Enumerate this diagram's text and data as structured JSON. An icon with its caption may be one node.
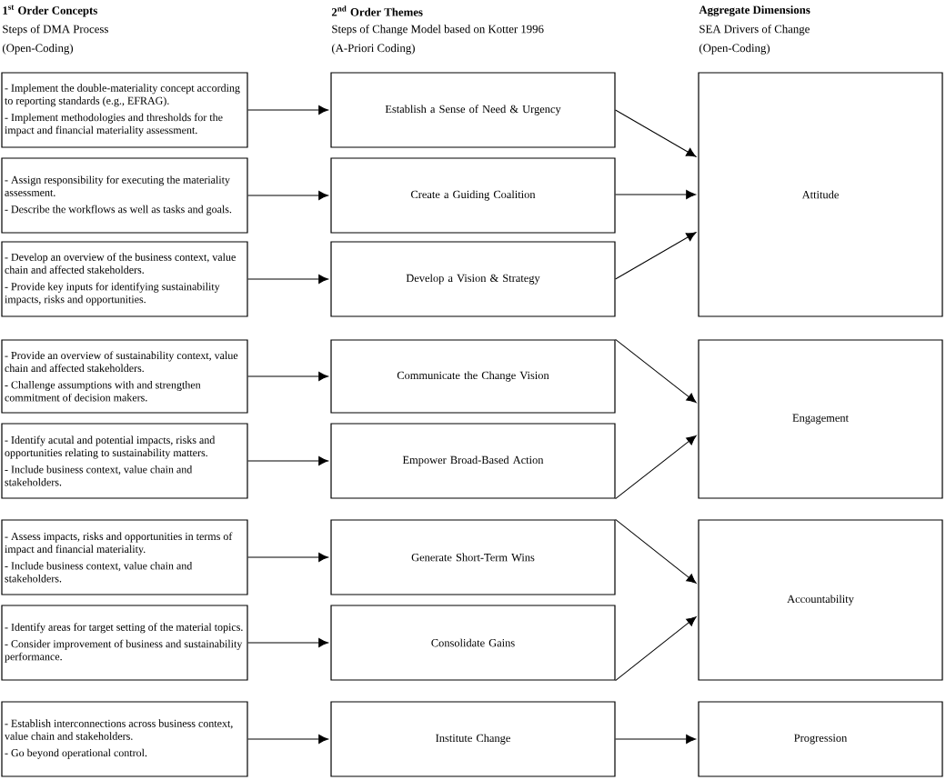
{
  "diagram": {
    "nodes": [
      {
        "text": [
          "- Implement the double-materiality concept according to reporting standards (e.g., EFRAG).",
          "- Implement methodologies and thresholds for the impact and financial materiality assessment."
        ]
      },
      {
        "text": [
          "- Assign responsibility for executing the materiality assessment.",
          "- Describe the workflows as well as tasks and goals."
        ]
      },
      {
        "text": [
          "- Develop an overview of the business context, value chain and affected stakeholders.",
          "- Provide key inputs for identifying sustainability impacts, risks and opportunities."
        ]
      },
      {
        "text": [
          "- Provide an overview of sustainability context, value chain and affected stakeholders.",
          "- Challenge assumptions with and strengthen commitment of decision makers."
        ]
      },
      {
        "text": [
          "- Identify acutal and potential impacts, risks and opportunities relating to sustainability matters.",
          "- Include business context, value chain and stakeholders."
        ]
      },
      {
        "text": [
          "- Assess impacts, risks and opportunities in terms of impact and financial materiality.",
          "- Include business context, value chain and stakeholders."
        ]
      },
      {
        "text": [
          "- Identify areas for target setting of the material topics.",
          "- Consider improvement of business and sustainability performance."
        ]
      },
      {
        "text": [
          "- Establish interconnections across business context, value chain and stakeholders.",
          "- Go beyond operational control."
        ]
      },
      {
        "text": [
          "Establish a Sense of Need & Urgency"
        ]
      },
      {
        "text": [
          "Create a Guiding Coalition"
        ]
      },
      {
        "text": [
          "Develop a Vision & Strategy"
        ]
      },
      {
        "text": [
          "Communicate the Change Vision"
        ]
      },
      {
        "text": [
          "Empower Broad-Based Action"
        ]
      },
      {
        "text": [
          "Generate Short-Term Wins"
        ]
      },
      {
        "text": [
          "Consolidate Gains"
        ]
      },
      {
        "text": [
          "Institute Change"
        ]
      },
      {
        "text": [
          "Attitude"
        ]
      },
      {
        "text": [
          "Engagement"
        ]
      },
      {
        "text": [
          "Accountability"
        ]
      },
      {
        "text": [
          "Progression"
        ]
      }
    ],
    "edges": [
      {
        "from": 0,
        "to": 8,
        "arrow": "to"
      },
      {
        "from": 1,
        "to": 9,
        "arrow": "to"
      },
      {
        "from": 2,
        "to": 10,
        "arrow": "to"
      },
      {
        "from": 3,
        "to": 11,
        "arrow": "to"
      },
      {
        "from": 4,
        "to": 12,
        "arrow": "to"
      },
      {
        "from": 5,
        "to": 13,
        "arrow": "to"
      },
      {
        "from": 6,
        "to": 14,
        "arrow": "to"
      },
      {
        "from": 7,
        "to": 15,
        "arrow": "to"
      },
      {
        "from": 8,
        "to": 16,
        "arrow": "to"
      },
      {
        "from": 9,
        "to": 16,
        "arrow": "to"
      },
      {
        "from": 10,
        "to": 16,
        "arrow": "to"
      },
      {
        "from": 11,
        "to": 17,
        "arrow": "to"
      },
      {
        "from": 12,
        "to": 17,
        "arrow": "to"
      },
      {
        "from": 13,
        "to": 18,
        "arrow": "to"
      },
      {
        "from": 14,
        "to": 18,
        "arrow": "to"
      },
      {
        "from": 15,
        "to": 19,
        "arrow": "to"
      }
    ],
    "labels": [
      "1$^{st}$ Order Concepts",
      "Steps of DMA Process",
      "(Open-Coding)",
      "2$^{nd}$ Order Themes",
      "Steps of Change Model based on Kotter 1996",
      "(A-Priori Coding)",
      "Aggregate Dimensions",
      "SEA Drivers of Change",
      "(Open-Coding)"
    ]
  }
}
